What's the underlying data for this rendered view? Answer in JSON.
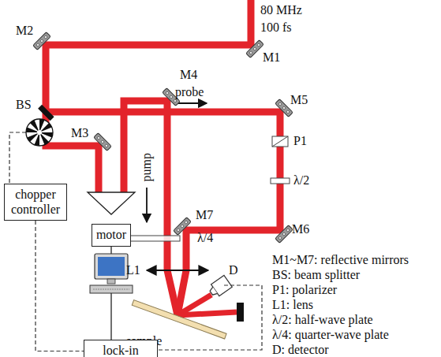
{
  "diagram": {
    "nodes": [
      {
        "text": [
          "chopper controller"
        ]
      },
      {
        "text": [
          "motor"
        ]
      },
      {
        "text": [
          "lock-in"
        ]
      }
    ],
    "edges": [
      {
        "from": 0,
        "to": 2,
        "arrow": "none"
      }
    ],
    "labels": [
      "80 MHz",
      "100 fs",
      "M1",
      "M2",
      "BS",
      "M3",
      "M4",
      "probe",
      "M5",
      "P1",
      "λ/2",
      "M7",
      "M6",
      "pump",
      "λ/4",
      "L1",
      "D",
      "sample",
      "M1~M7: reflective mirrors",
      "BS: beam splitter",
      "P1: polarizer",
      "L1: lens",
      "λ/2: half-wave plate",
      "λ/4: quarter-wave plate",
      "D: detector"
    ]
  }
}
